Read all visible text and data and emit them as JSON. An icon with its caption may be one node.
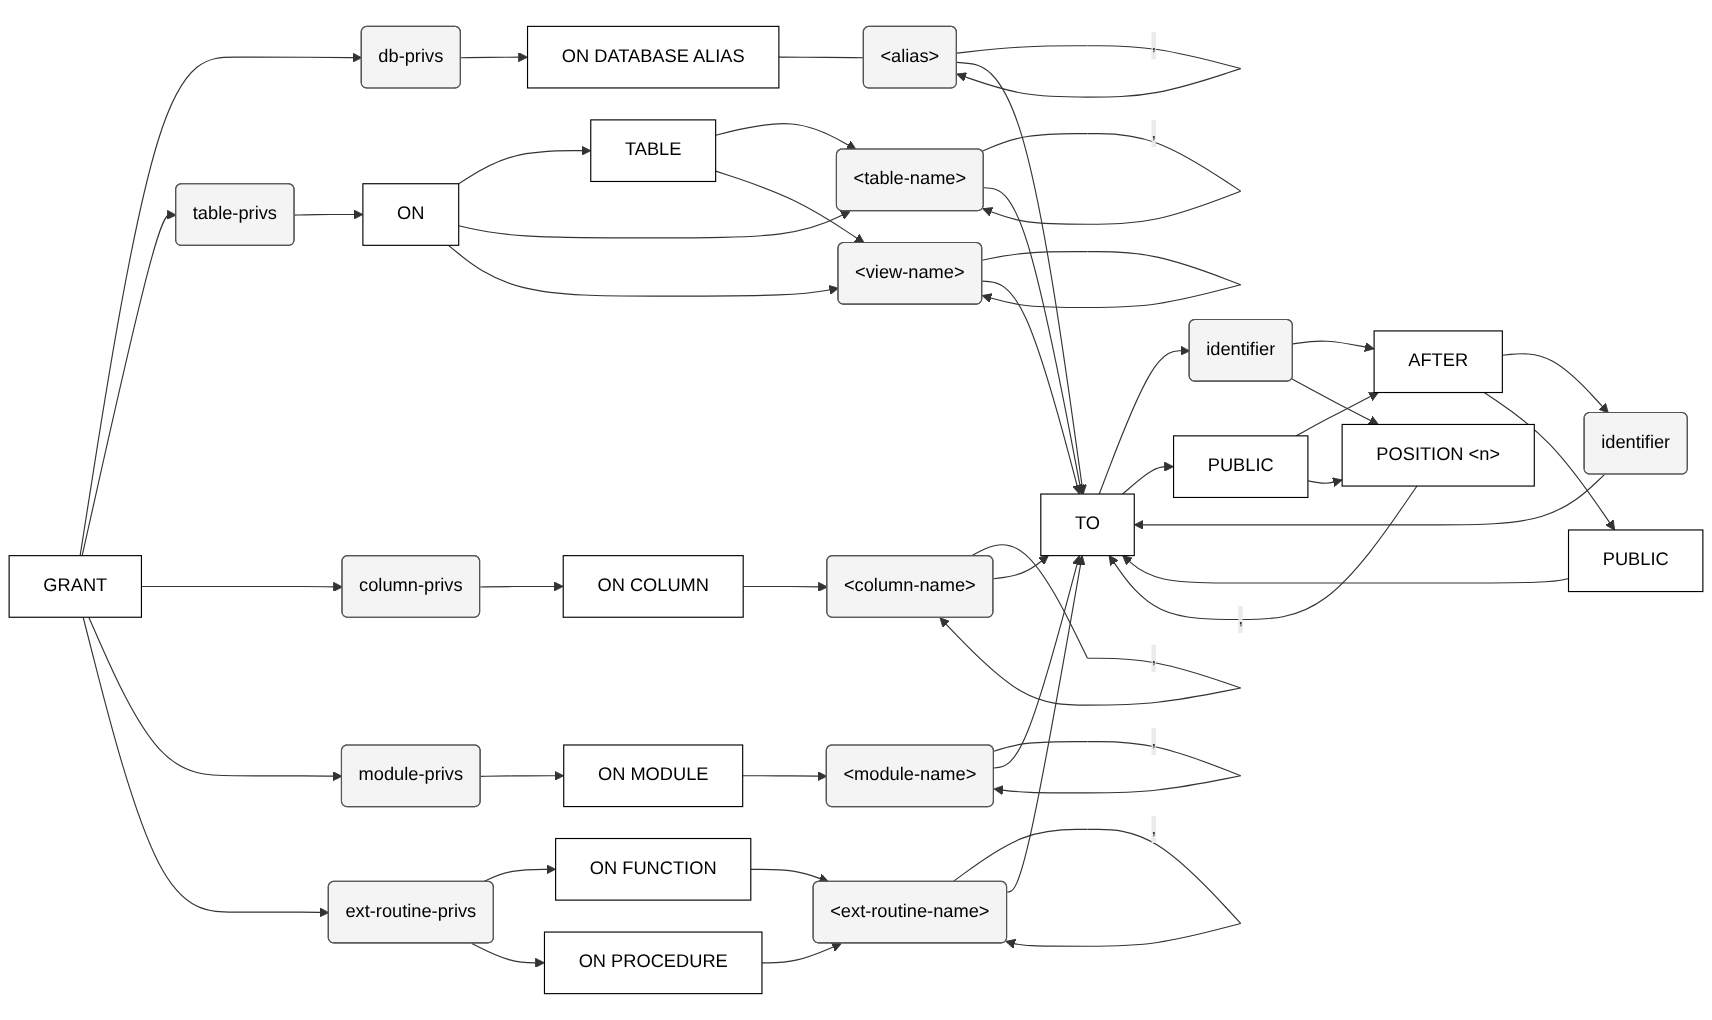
{
  "diagram": {
    "nodes": [
      {
        "text": [
          "GRANT"
        ]
      },
      {
        "text": [
          "db-privs"
        ]
      },
      {
        "text": [
          "ON DATABASE ALIAS"
        ]
      },
      {
        "text": [
          "<alias>"
        ]
      },
      {
        "text": [
          "table-privs"
        ]
      },
      {
        "text": [
          "ON"
        ]
      },
      {
        "text": [
          "TABLE"
        ]
      },
      {
        "text": [
          "<table-name>"
        ]
      },
      {
        "text": [
          "<view-name>"
        ]
      },
      {
        "text": [
          "column-privs"
        ]
      },
      {
        "text": [
          "ON COLUMN"
        ]
      },
      {
        "text": [
          "<column-name>"
        ]
      },
      {
        "text": [
          "module-privs"
        ]
      },
      {
        "text": [
          "ON MODULE"
        ]
      },
      {
        "text": [
          "<module-name>"
        ]
      },
      {
        "text": [
          "ext-routine-privs"
        ]
      },
      {
        "text": [
          "ON FUNCTION"
        ]
      },
      {
        "text": [
          "ON PROCEDURE"
        ]
      },
      {
        "text": [
          "<ext-routine-name>"
        ]
      },
      {
        "text": [
          "TO"
        ]
      },
      {
        "text": [
          "identifier"
        ]
      },
      {
        "text": [
          "PUBLIC"
        ]
      },
      {
        "text": [
          "AFTER"
        ]
      },
      {
        "text": [
          "identifier"
        ]
      },
      {
        "text": [
          "PUBLIC"
        ]
      },
      {
        "text": [
          "POSITION <n>"
        ]
      }
    ],
    "edges": [
      {
        "from": 0,
        "to": 1,
        "arrow": "to"
      },
      {
        "from": 0,
        "to": 4,
        "arrow": "to"
      },
      {
        "from": 0,
        "to": 9,
        "arrow": "to"
      },
      {
        "from": 0,
        "to": 12,
        "arrow": "to"
      },
      {
        "from": 0,
        "to": 15,
        "arrow": "to"
      },
      {
        "from": 1,
        "to": 2,
        "arrow": "to"
      },
      {
        "from": 2,
        "to": 3,
        "arrow": "none"
      },
      {
        "from": 3,
        "to": 3,
        "arrow": "to",
        "label": ","
      },
      {
        "from": 4,
        "to": 5,
        "arrow": "to"
      },
      {
        "from": 5,
        "to": 6,
        "arrow": "to"
      },
      {
        "from": 5,
        "to": 7,
        "arrow": "to"
      },
      {
        "from": 5,
        "to": 8,
        "arrow": "to"
      },
      {
        "from": 6,
        "to": 7,
        "arrow": "to"
      },
      {
        "from": 6,
        "to": 8,
        "arrow": "to"
      },
      {
        "from": 7,
        "to": 7,
        "arrow": "to",
        "label": ","
      },
      {
        "from": 8,
        "to": 8,
        "arrow": "to"
      },
      {
        "from": 9,
        "to": 10,
        "arrow": "to"
      },
      {
        "from": 10,
        "to": 11,
        "arrow": "to"
      },
      {
        "from": 11,
        "to": 11,
        "arrow": "to",
        "label": ","
      },
      {
        "from": 12,
        "to": 13,
        "arrow": "to"
      },
      {
        "from": 13,
        "to": 14,
        "arrow": "to"
      },
      {
        "from": 14,
        "to": 14,
        "arrow": "to",
        "label": ","
      },
      {
        "from": 15,
        "to": 16,
        "arrow": "to"
      },
      {
        "from": 15,
        "to": 17,
        "arrow": "to"
      },
      {
        "from": 16,
        "to": 18,
        "arrow": "to"
      },
      {
        "from": 17,
        "to": 18,
        "arrow": "to"
      },
      {
        "from": 18,
        "to": 18,
        "arrow": "to",
        "label": ","
      },
      {
        "from": 3,
        "to": 19,
        "arrow": "to"
      },
      {
        "from": 7,
        "to": 19,
        "arrow": "to"
      },
      {
        "from": 8,
        "to": 19,
        "arrow": "to"
      },
      {
        "from": 11,
        "to": 19,
        "arrow": "to"
      },
      {
        "from": 14,
        "to": 19,
        "arrow": "to"
      },
      {
        "from": 18,
        "to": 19,
        "arrow": "to"
      },
      {
        "from": 19,
        "to": 20,
        "arrow": "to"
      },
      {
        "from": 19,
        "to": 21,
        "arrow": "to"
      },
      {
        "from": 20,
        "to": 22,
        "arrow": "to"
      },
      {
        "from": 21,
        "to": 22,
        "arrow": "to"
      },
      {
        "from": 20,
        "to": 25,
        "arrow": "to"
      },
      {
        "from": 21,
        "to": 25,
        "arrow": "to"
      },
      {
        "from": 22,
        "to": 23,
        "arrow": "to"
      },
      {
        "from": 22,
        "to": 24,
        "arrow": "to"
      },
      {
        "from": 25,
        "to": 19,
        "arrow": "to",
        "label": ","
      },
      {
        "from": 23,
        "to": 19,
        "arrow": "to"
      },
      {
        "from": 24,
        "to": 19,
        "arrow": "to"
      }
    ]
  }
}
